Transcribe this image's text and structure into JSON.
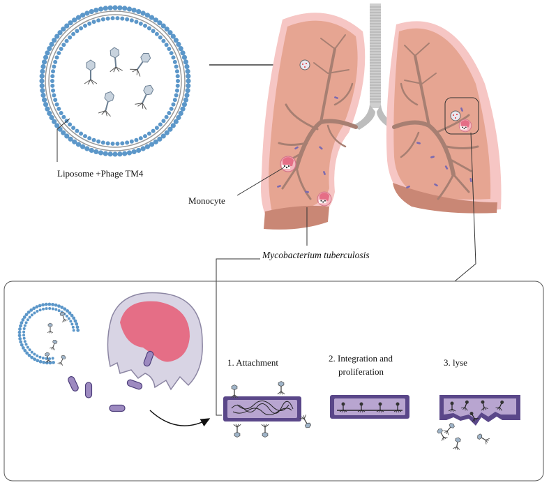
{
  "labels": {
    "liposome": "Liposome +Phage TM4",
    "monocyte": "Monocyte",
    "mtb": "Mycobacterium tuberculosis",
    "step1": "1. Attachment",
    "step2_line1": "2. Integration and",
    "step2_line2": "proliferation",
    "step3": "3. lyse"
  },
  "colors": {
    "lung_outer": "#f6c6c4",
    "lung_inner": "#e3a38f",
    "lung_base": "#c98775",
    "airway": "#a77f72",
    "trachea": "#c9c9c9",
    "bead": "#5c97c9",
    "bacterium_fill": "#b8a5d0",
    "bacterium_edge": "#5a4789",
    "nucleus": "#e56e86",
    "cell": "#d8d4e4",
    "phage": "#9fb4c8"
  },
  "icons": {
    "phage": "bacteriophage-icon",
    "bacterium": "bacillus-icon",
    "cell": "monocyte-icon"
  }
}
